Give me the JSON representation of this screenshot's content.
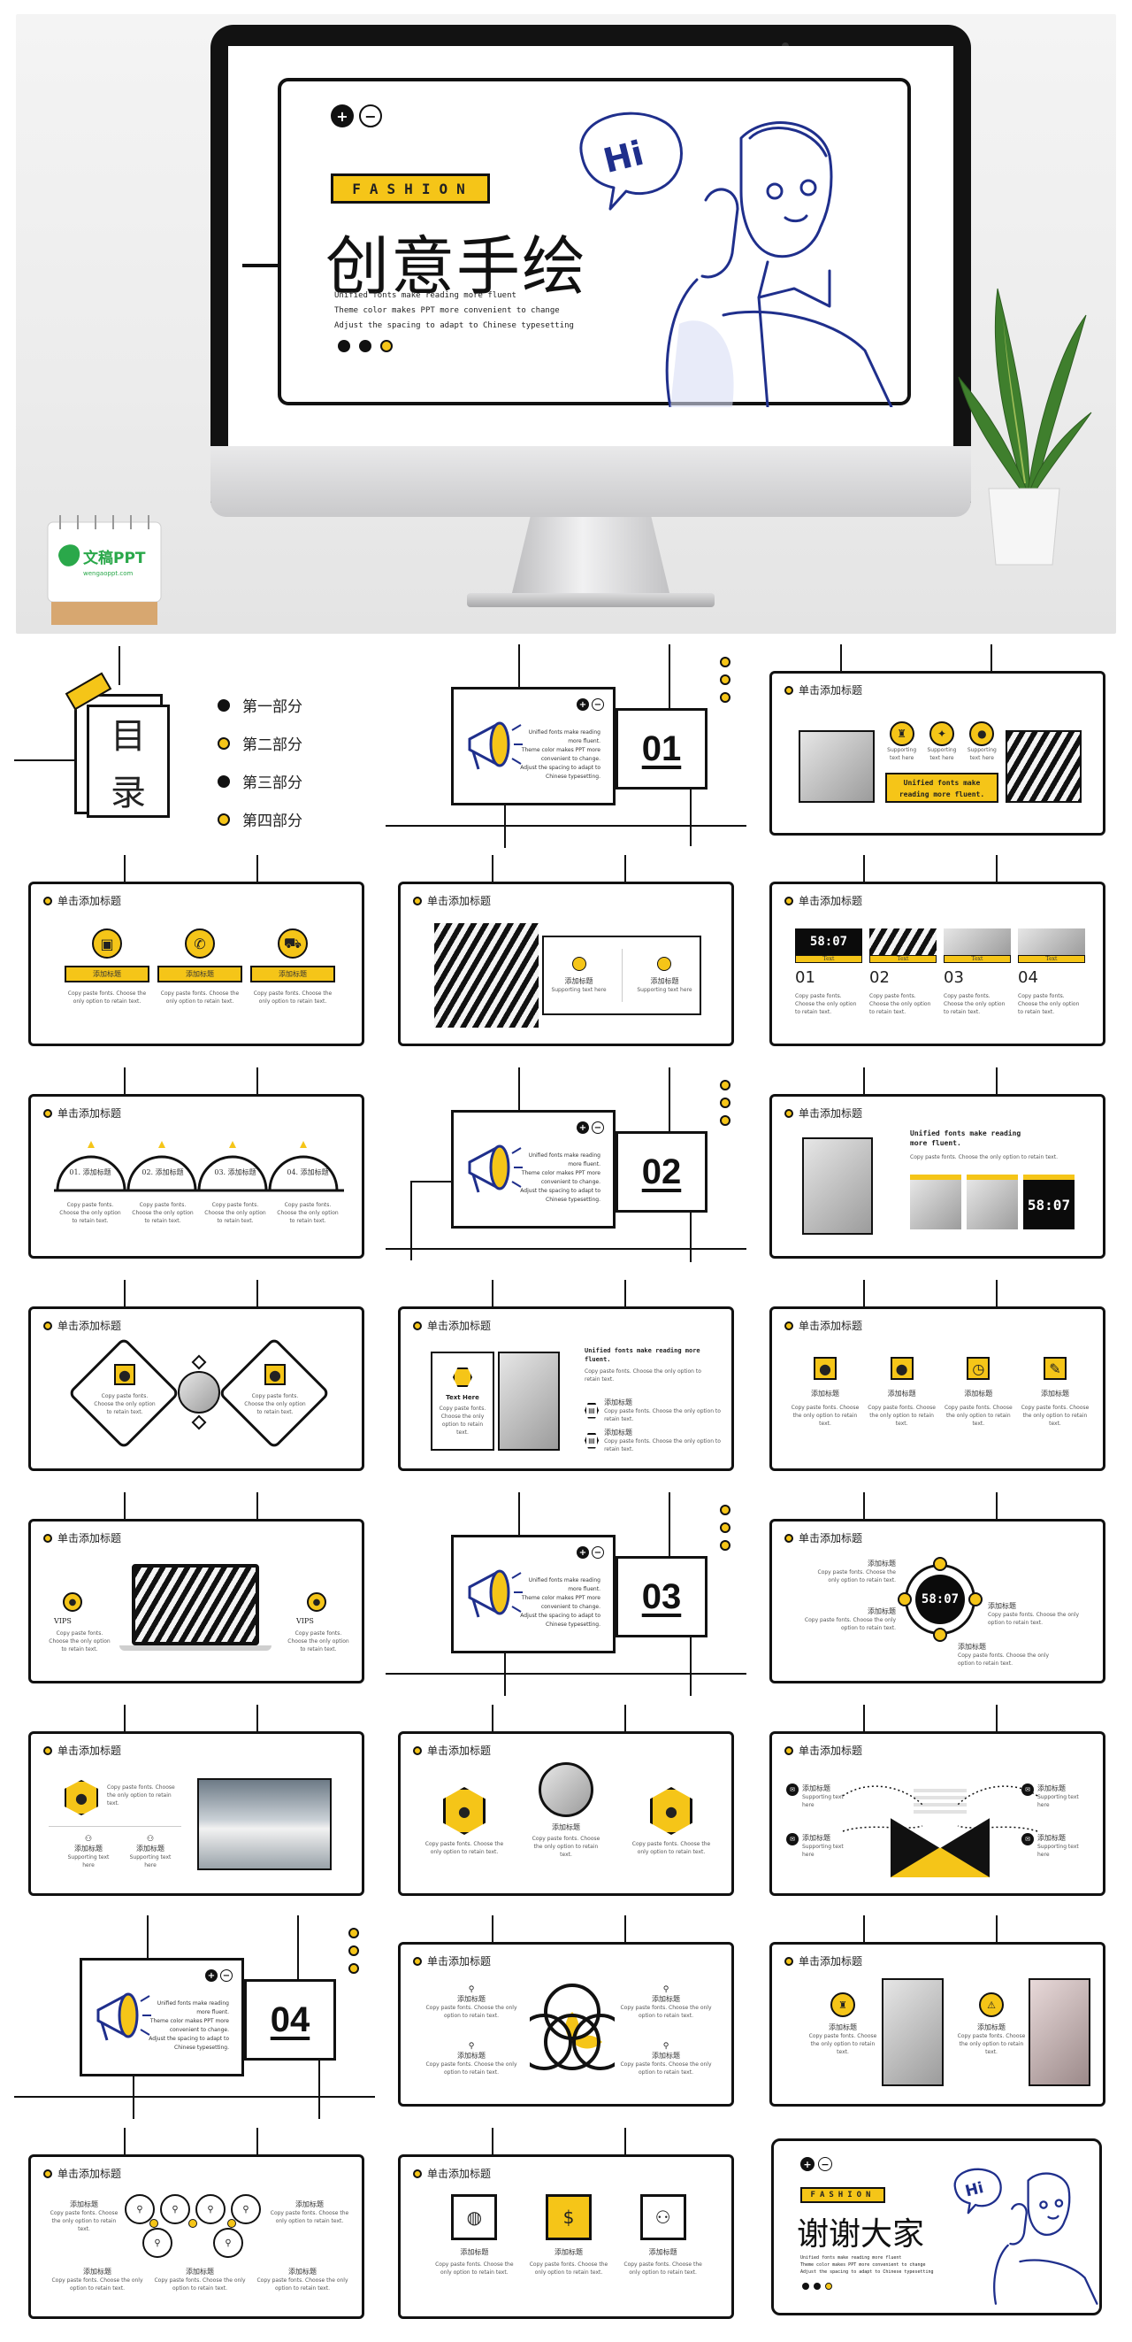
{
  "hero": {
    "fashion_label": "FASHION",
    "title": "创意手绘",
    "subtitle_lines": [
      "Unified fonts make reading more fluent",
      "Theme color makes PPT more convenient to change",
      "Adjust the spacing to adapt to Chinese typesetting"
    ],
    "speech": "Hi",
    "logo_text": "文稿PPT",
    "logo_url": "wengaoppt.com",
    "plus": "+",
    "minus": "−"
  },
  "toc": {
    "title_chars": [
      "目",
      "录"
    ],
    "items": [
      "第一部分",
      "第二部分",
      "第三部分",
      "第四部分"
    ]
  },
  "sections": [
    "01",
    "02",
    "03",
    "04"
  ],
  "slide_title": "单击添加标题",
  "placeholder_label": "添加标题",
  "lorem": "Copy paste fonts. Choose the only option to retain text.",
  "section_text": [
    "Unified fonts make reading more fluent.",
    "Theme color makes PPT more convenient to change.",
    "Adjust the spacing to adapt to Chinese typesetting."
  ],
  "slide3": {
    "support": [
      "Supporting text here",
      "Supporting text here",
      "Supporting text here"
    ],
    "banner": [
      "Unified fonts make",
      "reading more fluent."
    ]
  },
  "slide6": {
    "nums": [
      "01",
      "02",
      "03",
      "04"
    ],
    "tag": "Text",
    "clock": "58:07"
  },
  "slide7": {
    "labels": [
      "01. 添加标题",
      "02. 添加标题",
      "03. 添加标题",
      "04. 添加标题"
    ]
  },
  "slide9": {
    "heading": [
      "Unified fonts make reading",
      "more fluent."
    ],
    "clock": "58:07"
  },
  "slide11": {
    "card_title": "Text Here",
    "heading": [
      "Unified fonts make reading more",
      "fluent."
    ]
  },
  "slide13": {
    "year": "VIPS"
  },
  "slide15": {
    "clock": "58:07"
  },
  "closing": {
    "fashion_label": "FASHION",
    "title": "谢谢大家",
    "speech": "Hi",
    "sub_lines": [
      "Unified fonts make reading more fluent",
      "Theme color makes PPT more convenient to change",
      "Adjust the spacing to adapt to Chinese typesetting"
    ]
  }
}
